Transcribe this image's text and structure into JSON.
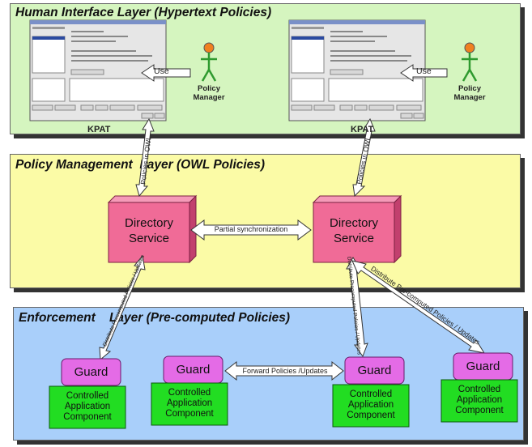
{
  "layers": {
    "human": "Human Interface Layer (Hypertext Policies)",
    "policy": "Policy Management  Layer (OWL Policies)",
    "enforcement": "Enforcement    Layer (Pre-computed Policies)"
  },
  "kpat": {
    "left_label": "KPAT",
    "right_label": "KPAT"
  },
  "policy_manager": {
    "left_label": "Policy\nManager",
    "right_label": "Policy\nManager"
  },
  "use": {
    "left": "Use",
    "right": "Use"
  },
  "directory_service": {
    "left": "Directory\nService",
    "right": "Directory\nService"
  },
  "links": {
    "policies_in_owl_left": "Policies in OWL",
    "policies_in_owl_right": "Policies in OWL",
    "partial_sync": "Partial synchronization",
    "distribute_left": "Distribute Precomputed Policies / Updates",
    "distribute_mid": "Distribute Precomputed Policies / Updates",
    "distribute_right": "Distribute Pre-computed Policies / Updates",
    "forward": "Forward Policies /Updates"
  },
  "guards": [
    "Guard",
    "Guard",
    "Guard",
    "Guard"
  ],
  "components": [
    "Controlled\nApplication\nComponent",
    "Controlled\nApplication\nComponent",
    "Controlled\nApplication\nComponent",
    "Controlled\nApplication\nComponent"
  ],
  "colors": {
    "human_layer": "#d5f5bf",
    "policy_layer": "#fbfba6",
    "enforcement_layer": "#a9cffa",
    "directory_service": "#f06b97",
    "guard": "#e46be6",
    "component": "#22dd22",
    "stick_figure": "#2f9a2f",
    "stick_head": "#f08020"
  }
}
